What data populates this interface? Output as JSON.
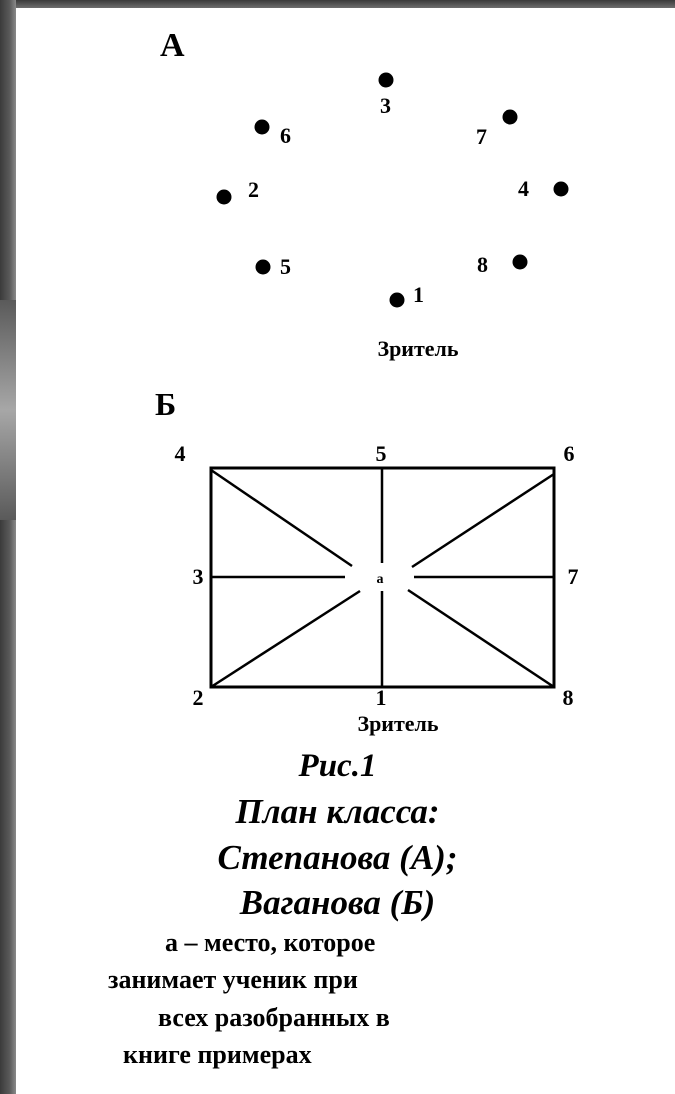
{
  "diagram_a": {
    "label": "А",
    "viewer_label": "Зритель",
    "points": [
      "1",
      "2",
      "3",
      "4",
      "5",
      "6",
      "7",
      "8"
    ]
  },
  "diagram_b": {
    "label": "Б",
    "viewer_label": "Зритель",
    "center_label": "а",
    "position_labels": [
      "1",
      "2",
      "3",
      "4",
      "5",
      "6",
      "7",
      "8"
    ]
  },
  "caption": {
    "fig": "Рис.1",
    "line1": "План класса:",
    "line2": "Степанова (А);",
    "line3": "Ваганова (Б)"
  },
  "note": {
    "line1": "а – место, которое",
    "line2": "занимает ученик при",
    "line3": "всех разобранных в",
    "line4": "книге примерах"
  }
}
